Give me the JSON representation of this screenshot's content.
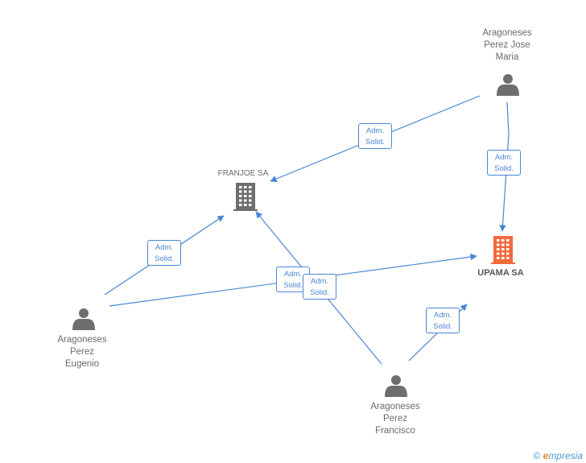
{
  "diagram": {
    "type": "corporate-relationship-graph",
    "colors": {
      "edge": "#4a86d4",
      "person": "#6e6e6e",
      "company": "#6e6e6e",
      "company_highlight": "#f26a3c"
    },
    "nodes": [
      {
        "id": "person-jose-maria",
        "kind": "person",
        "label_lines": [
          "Aragoneses",
          "Perez Jose",
          "Maria"
        ]
      },
      {
        "id": "person-eugenio",
        "kind": "person",
        "label_lines": [
          "Aragoneses",
          "Perez",
          "Eugenio"
        ]
      },
      {
        "id": "person-francisco",
        "kind": "person",
        "label_lines": [
          "Aragoneses",
          "Perez",
          "Francisco"
        ]
      },
      {
        "id": "company-franjoe",
        "kind": "company",
        "label": "FRANJOE SA",
        "highlight": false
      },
      {
        "id": "company-upama",
        "kind": "company",
        "label": "UPAMA SA",
        "highlight": true
      }
    ],
    "edges": [
      {
        "from": "person-jose-maria",
        "to": "company-franjoe",
        "label_lines": [
          "Adm.",
          "Solid."
        ]
      },
      {
        "from": "person-jose-maria",
        "to": "company-upama",
        "label_lines": [
          "Adm.",
          "Solid."
        ]
      },
      {
        "from": "person-eugenio",
        "to": "company-franjoe",
        "label_lines": [
          "Adm.",
          "Solid."
        ]
      },
      {
        "from": "person-eugenio",
        "to": "company-upama",
        "label_lines": [
          "Adm.",
          "Solid."
        ]
      },
      {
        "from": "person-francisco",
        "to": "company-franjoe",
        "label_lines": [
          "Adm.",
          "Solid."
        ]
      },
      {
        "from": "person-francisco",
        "to": "company-upama",
        "label_lines": [
          "Adm.",
          "Solid."
        ]
      }
    ]
  },
  "footer": {
    "copyright_symbol": "©",
    "brand_initial": "e",
    "brand_rest": "mpresia"
  }
}
